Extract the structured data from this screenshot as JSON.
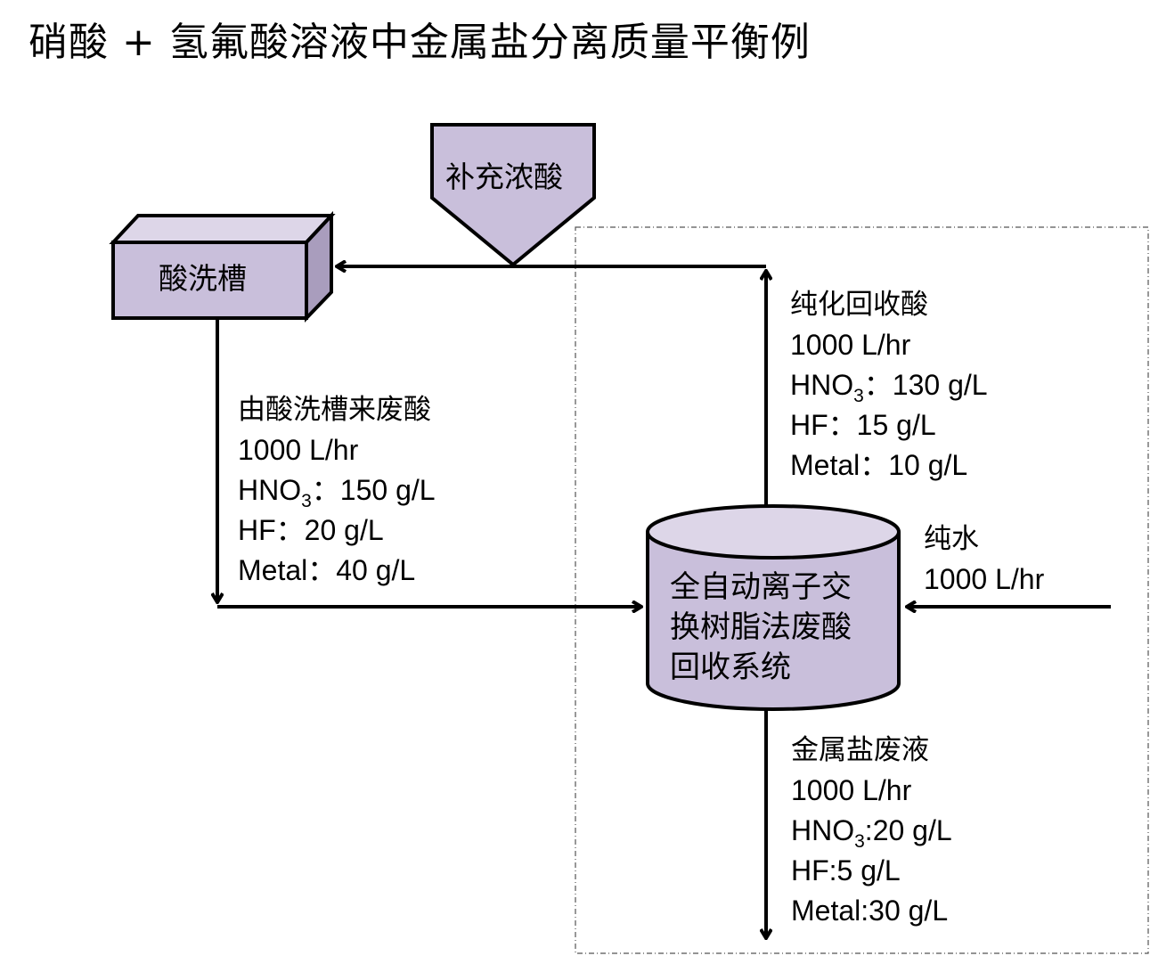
{
  "title": "硝酸 + 氢氟酸溶液中金属盐分离质量平衡例",
  "colors": {
    "node_fill": "#c9bfdb",
    "node_top_fill": "#ddd6e8",
    "node_side_fill": "#a99dbd",
    "stroke": "#000000",
    "boundary": "#555555"
  },
  "nodes": {
    "pickling_tank": "酸洗槽",
    "makeup_acid": "补充浓酸",
    "recovery_system": [
      "全自动离子交",
      "换树脂法废酸",
      "回收系统"
    ]
  },
  "streams": {
    "waste_acid_in": {
      "name": "由酸洗槽来废酸",
      "flow": "1000 L/hr",
      "hno3_label": "HNO",
      "hno3_sub": "3",
      "hno3_value": "：150 g/L",
      "hf": "HF：20  g/L",
      "metal": "Metal：40 g/L"
    },
    "recovered_acid": {
      "name": "纯化回收酸",
      "flow": "1000 L/hr",
      "hno3_label": "HNO",
      "hno3_sub": "3",
      "hno3_value": "：130 g/L",
      "hf": "HF：15 g/L",
      "metal": "Metal：10 g/L"
    },
    "pure_water": {
      "name": "纯水",
      "flow": "1000 L/hr"
    },
    "metal_salt_waste": {
      "name": "金属盐废液",
      "flow": "1000 L/hr",
      "hno3_label": "HNO",
      "hno3_sub": "3",
      "hno3_value": ":20 g/L",
      "hf": "HF:5 g/L",
      "metal": "Metal:30 g/L"
    }
  }
}
